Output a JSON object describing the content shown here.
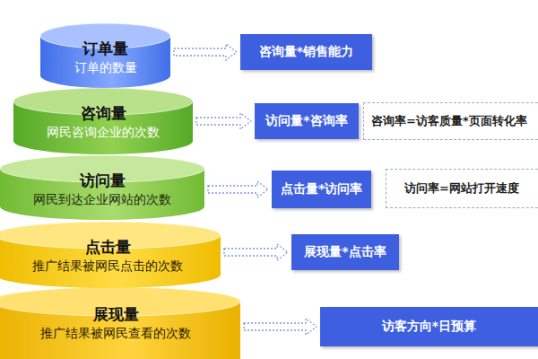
{
  "diagram": {
    "nodes": [
      {
        "text": [
          "订单量",
          "订单的数量"
        ]
      },
      {
        "text": [
          "咨询量*销售能力"
        ]
      },
      {
        "text": [
          "咨询量",
          "网民咨询企业的次数"
        ]
      },
      {
        "text": [
          "访问量*咨询率"
        ]
      },
      {
        "text": [
          "咨询率=访客质量*页面转化率"
        ]
      },
      {
        "text": [
          "访问量",
          "网民到达企业网站的次数"
        ]
      },
      {
        "text": [
          "点击量*访问率"
        ]
      },
      {
        "text": [
          "访问率=网站打开速度"
        ]
      },
      {
        "text": [
          "点击量",
          "推广结果被网民点击的次数"
        ]
      },
      {
        "text": [
          "展现量*点击率"
        ]
      },
      {
        "text": [
          "展现量",
          "推广结果被网民查看的次数"
        ]
      },
      {
        "text": [
          "访客方向*日预算"
        ]
      }
    ],
    "edges": [
      {
        "from": 0,
        "to": 1,
        "arrow": "to"
      },
      {
        "from": 2,
        "to": 3,
        "arrow": "to"
      },
      {
        "from": 5,
        "to": 6,
        "arrow": "to"
      },
      {
        "from": 8,
        "to": 9,
        "arrow": "to"
      },
      {
        "from": 10,
        "to": 11,
        "arrow": "to"
      }
    ]
  }
}
